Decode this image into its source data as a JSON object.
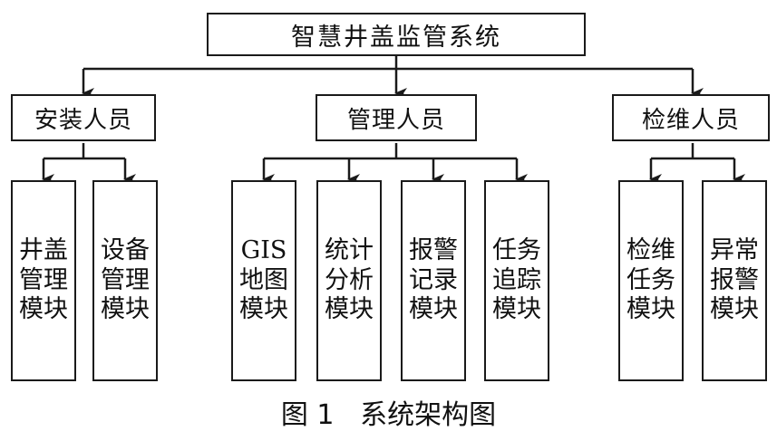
{
  "root": "智慧井盖监管系统",
  "roles": [
    {
      "label": "安装人员",
      "modules": [
        "井盖管理模块",
        "设备管理模块"
      ]
    },
    {
      "label": "管理人员",
      "modules": [
        "GIS\n地图模块",
        "统计分析模块",
        "报警记录模块",
        "任务追踪模块"
      ]
    },
    {
      "label": "检维人员",
      "modules": [
        "检维任务模块",
        "异常报警模块"
      ]
    }
  ],
  "caption": "图 1   系统架构图",
  "colors": {
    "line": "#1a1a1a",
    "text": "#111111",
    "background": "#ffffff"
  }
}
